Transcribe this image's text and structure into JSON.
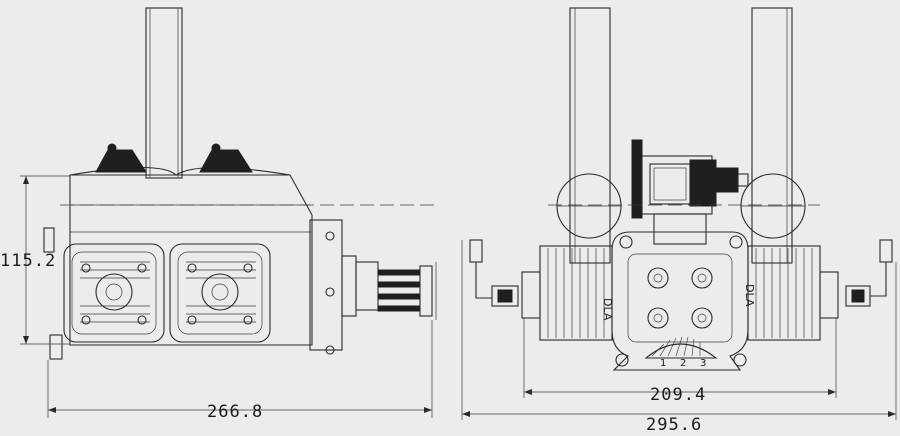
{
  "dimensions": {
    "height_left": "115.2",
    "width_front": "266.8",
    "cylinder_span": "209.4",
    "width_side": "295.6"
  },
  "labels": {
    "brand_left": "DLA",
    "brand_right": "DLA",
    "bottom_numbers": [
      "1",
      "2",
      "3"
    ]
  },
  "colors": {
    "background": "#ececec",
    "line": "#2a2a2a"
  }
}
